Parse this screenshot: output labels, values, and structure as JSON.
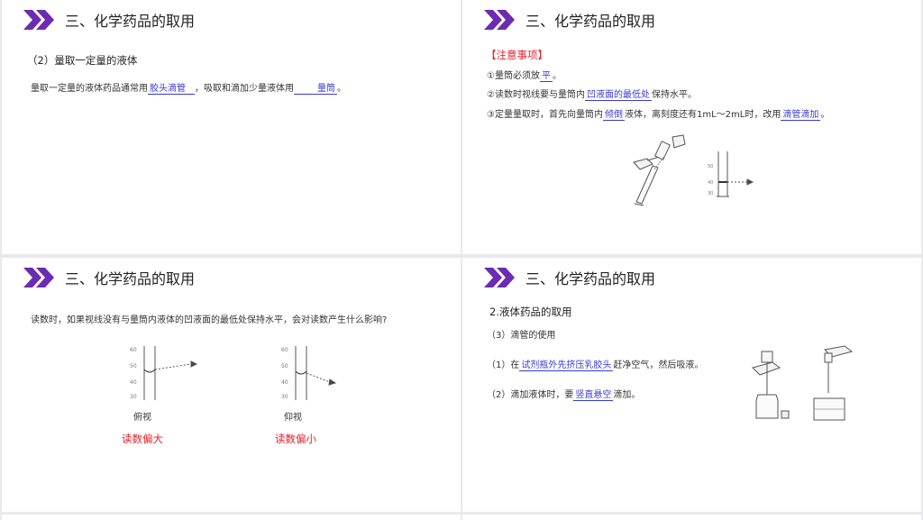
{
  "accent": "#6c2bb0",
  "slide_title": "三、化学药品的取用",
  "s1": {
    "subtitle": "（2）量取一定量的液体",
    "line_pre": "量取一定量的液体药品通常用",
    "blank1": "胶头滴管",
    "line_mid": "，吸取和滴加少量液体用",
    "blank2": "量筒",
    "line_end": "。"
  },
  "s2": {
    "heading": "【注意事项】",
    "n1_pre": "①量筒必须放",
    "n1_fill": "平",
    "n1_end": "。",
    "n2_pre": "②读数时视线要与量筒内",
    "n2_fill": "凹液面的最低处",
    "n2_end": "保持水平。",
    "n3_pre": "③定量量取时，首先向量筒内",
    "n3_fill": "倾倒",
    "n3_mid": "液体，离刻度还有1mL～2mL时，改用",
    "n3_fill2": "滴管滴加",
    "n3_end": "。",
    "scale": [
      "50",
      "40",
      "30"
    ]
  },
  "s3": {
    "question": "读数时，如果视线没有与量筒内液体的凹液面的最低处保持水平，会对读数产生什么影响?",
    "left_caption": "俯视",
    "left_result": "读数偏大",
    "right_caption": "仰视",
    "right_result": "读数偏小",
    "scale": [
      "60",
      "50",
      "40",
      "30"
    ]
  },
  "s4": {
    "subtitle": "2.液体药品的取用",
    "item3": "（3）滴管的使用",
    "step1_pre": "（1）在",
    "step1_fill": "试剂瓶外先挤压乳胶头",
    "step1_end": "赶净空气，然后吸液。",
    "step2_pre": "（2）滴加液体时，要",
    "step2_fill": "竖直悬空",
    "step2_end": "滴加。"
  }
}
